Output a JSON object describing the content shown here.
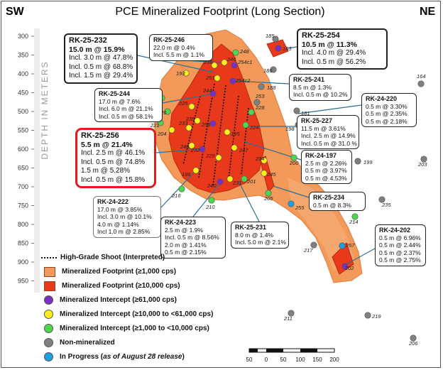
{
  "title": "PCE Mineralized Footprint (Long Section)",
  "corner_left": "SW",
  "corner_right": "NE",
  "depth_axis_label": "DEPTH IN METERS",
  "depth_ticks": [
    "300",
    "350",
    "400",
    "450",
    "500",
    "550",
    "600",
    "650",
    "700",
    "750",
    "800",
    "850",
    "900",
    "950"
  ],
  "scale_labels": [
    "50",
    "0",
    "50",
    "100",
    "150",
    "200"
  ],
  "colors": {
    "footprint": "#f39a5a",
    "footprint_high": "#e8391a",
    "purple": "#7a2fc0",
    "yellow": "#ffee1a",
    "green": "#4fd64f",
    "gray": "#808080",
    "blue": "#1e9fe0",
    "callout_line": "#2a6f96",
    "red_box": "#e01c1c"
  },
  "callouts": [
    {
      "hole": "RK-25-232",
      "lines": [
        "15.0 m @ 15.9%",
        "Incl. 3.0 m @ 47.8%",
        "Incl. 0.5 m @ 68.8%",
        "Incl. 1.5 m @ 29.4%"
      ]
    },
    {
      "hole": "RK-25-246",
      "lines": [
        "22.0 m @ 0.4%",
        "Incl. 5.5 m @ 1.1%"
      ]
    },
    {
      "hole": "RK-25-254",
      "lines": [
        "10.5 m @ 11.3%",
        "Incl. 4.0 m @ 29.4%",
        "Incl. 0.5 m @ 56.2%"
      ]
    },
    {
      "hole": "RK-25-241",
      "lines": [
        "8.5 m @ 1.3%",
        "Incl. 0.5 m @ 10.2%"
      ]
    },
    {
      "hole": "RK-25-244",
      "lines": [
        "17.0 m @ 7.6%",
        "Incl. 6.0 m @ 21.1%",
        "Incl. 0.5 m @ 58.1%"
      ]
    },
    {
      "hole": "RK-24-220",
      "lines": [
        "0.5 m @ 3.30%",
        "0.5 m @ 2.35%",
        "0.5 m @ 2.18%"
      ]
    },
    {
      "hole": "RK-25-227",
      "lines": [
        "11.5 m @ 3.61%",
        "Incl. 2.5 m @ 14.9%",
        "Incl. 0.5 m @ 31.0 %"
      ]
    },
    {
      "hole": "RK-25-256",
      "lines": [
        "5.5 m @ 21.4%",
        "Incl. 2.5 m @ 46.1%",
        "Incl. 0.5 m @ 74.8%",
        "1.5 m @ 5.28%",
        "Incl. 0.5 m @ 15.8%"
      ]
    },
    {
      "hole": "RK-24-197",
      "lines": [
        "2.5 m @ 2.26%",
        "0.5 m @ 3.97%",
        "0.5 m @ 4.53%"
      ]
    },
    {
      "hole": "RK-24-222",
      "lines": [
        "17.0 m @ 3.85%",
        "Incl. 3.0 m @ 10.1%",
        "4.0 m @ 1.14%",
        "Incl 1.0 m @ 2.85%"
      ]
    },
    {
      "hole": "RK-25-234",
      "lines": [
        "0.5 m @ 8.3%"
      ]
    },
    {
      "hole": "RK-24-223",
      "lines": [
        "2.5 m @ 1.9%",
        "Incl. 0.5 m @ 8.56%",
        "2.0 m @ 1.41%",
        "0.5 m @ 2.15%"
      ]
    },
    {
      "hole": "RK-25-231",
      "lines": [
        "8.0 m @ 1.4%",
        "Incl. 5.0 m @ 2.1%"
      ]
    },
    {
      "hole": "RK-24-202",
      "lines": [
        "0.5 m @ 6.96%",
        "0.5 m @ 2.44%",
        "0.5 m @ 2.37%",
        "0.5 m @ 2.75%"
      ]
    }
  ],
  "legend": {
    "shoot": "High-Grade Shoot (Interpreted)",
    "fp1": "Mineralized Footprint (≥1,000 cps)",
    "fp2": "Mineralized Footprint (≥10,000 cps)",
    "i1": "Mineralized Intercept (≥61,000 cps)",
    "i2": "Mineralized Intercept (≥10,000 to <61,000 cps)",
    "i3": "Mineralized Intercept (≥1,000 to <10,000 cps)",
    "non": "Non-mineralized",
    "prog_a": "In Progress (",
    "prog_b": "as of August 28 release",
    "prog_c": ")"
  },
  "holes": [
    {
      "id": "185",
      "c": "gray"
    },
    {
      "id": "183",
      "c": "purple"
    },
    {
      "id": "186",
      "c": "gray"
    },
    {
      "id": "188",
      "c": "gray"
    },
    {
      "id": "253",
      "c": "gray"
    },
    {
      "id": "164",
      "c": "gray"
    },
    {
      "id": "181",
      "c": "gray"
    },
    {
      "id": "198",
      "c": "gray"
    },
    {
      "id": "248",
      "c": "green"
    },
    {
      "id": "236",
      "c": "yellow"
    },
    {
      "id": "246",
      "c": "yellow"
    },
    {
      "id": "254c1",
      "c": "purple"
    },
    {
      "id": "251",
      "c": "yellow"
    },
    {
      "id": "254c2",
      "c": "purple"
    },
    {
      "id": "193",
      "c": "yellow"
    },
    {
      "id": "244",
      "c": "purple"
    },
    {
      "id": "18",
      "c": "green"
    },
    {
      "id": "226",
      "c": "green"
    },
    {
      "id": "221",
      "c": "green"
    },
    {
      "id": "225",
      "c": "yellow"
    },
    {
      "id": "239",
      "c": "yellow"
    },
    {
      "id": "204",
      "c": "yellow"
    },
    {
      "id": "233",
      "c": "yellow"
    },
    {
      "id": "256",
      "c": "purple"
    },
    {
      "id": "195",
      "c": "yellow"
    },
    {
      "id": "228",
      "c": "green"
    },
    {
      "id": "224",
      "c": "green"
    },
    {
      "id": "247",
      "c": "yellow"
    },
    {
      "id": "246b",
      "c": "yellow"
    },
    {
      "id": "232",
      "c": "purple"
    },
    {
      "id": "229",
      "c": "yellow"
    },
    {
      "id": "196",
      "c": "yellow"
    },
    {
      "id": "240",
      "c": "purple"
    },
    {
      "id": "231",
      "c": "yellow"
    },
    {
      "id": "201",
      "c": "green"
    },
    {
      "id": "234",
      "c": "yellow"
    },
    {
      "id": "245",
      "c": "yellow"
    },
    {
      "id": "205",
      "c": "green"
    },
    {
      "id": "200",
      "c": "green"
    },
    {
      "id": "216",
      "c": "green"
    },
    {
      "id": "210",
      "c": "green"
    },
    {
      "id": "255",
      "c": "blue"
    },
    {
      "id": "199",
      "c": "gray"
    },
    {
      "id": "203",
      "c": "gray"
    },
    {
      "id": "235",
      "c": "gray"
    },
    {
      "id": "214",
      "c": "green"
    },
    {
      "id": "217",
      "c": "gray"
    },
    {
      "id": "257",
      "c": "blue"
    },
    {
      "id": "202",
      "c": "purple"
    },
    {
      "id": "211",
      "c": "gray"
    },
    {
      "id": "219",
      "c": "gray"
    },
    {
      "id": "206",
      "c": "gray"
    }
  ]
}
